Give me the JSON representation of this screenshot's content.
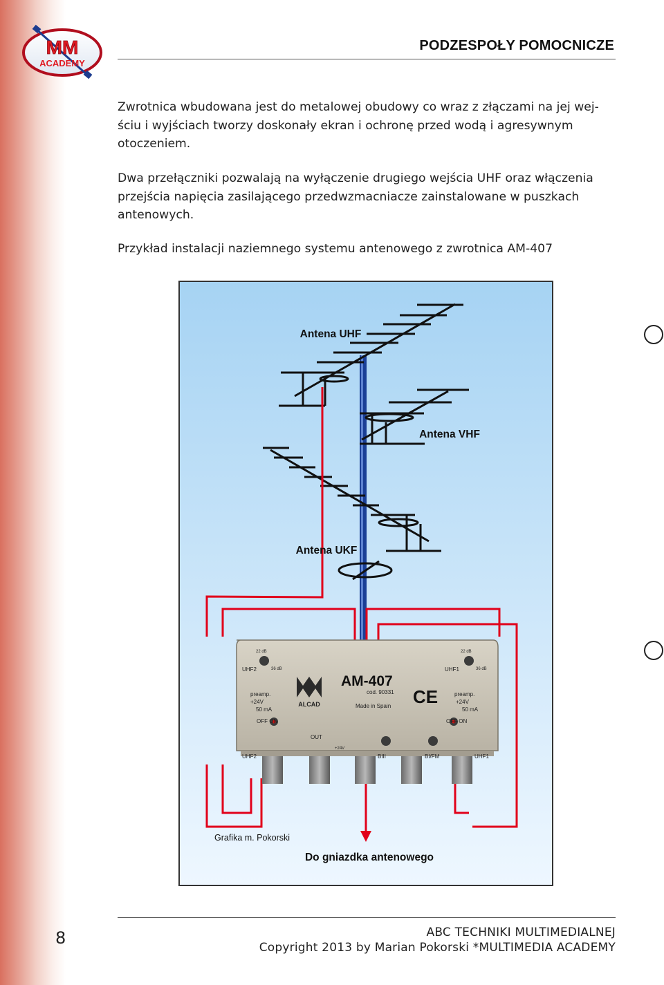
{
  "logo": {
    "line1": "MM",
    "line2": "ACADEMY",
    "icon": "mm-academy-logo"
  },
  "header": {
    "title": "PODZESPOŁY POMOCNICZE"
  },
  "paragraphs": [
    "Zwrotnica wbudowana jest do metalowej obudowy co wraz z złączami na jej wej-ściu i wyjściach tworzy doskonały ekran i ochronę przed wodą i agresywnym otoczeniem.",
    "Dwa przełączniki pozwalają na wyłączenie drugiego wejścia UHF oraz włączenia przejścia napięcia zasilającego przedwzmacniacze zainstalowane w puszkach antenowych.",
    "Przykład instalacji naziemnego systemu antenowego z zwrotnica AM-407"
  ],
  "figure": {
    "labels": {
      "uhf": "Antena UHF",
      "vhf": "Antena VHF",
      "ukf": "Antena UKF",
      "credit": "Grafika m. Pokorski",
      "output": "Do gniazdka antenowego"
    },
    "device": {
      "model": "AM-407",
      "code": "cod. 90331",
      "made": "Made in Spain",
      "brand": "ALCAD",
      "ce": "CE",
      "uhf2": "UHF2",
      "uhf1": "UHF1",
      "db_range": "22 dB",
      "db_low": "36 dB",
      "preamp": "preamp.",
      "voltage": "+24V",
      "current": "50 mA",
      "off_on": "OFF   ON",
      "out": "OUT",
      "out_v": "+24V",
      "port_uhf2": "UHF2",
      "port_biii": "BIII",
      "port_bifm": "BI/FM",
      "port_uhf1": "UHF1"
    },
    "colors": {
      "sky_top": "#a6d3f3",
      "sky_bottom": "#eef7ff",
      "cable": "#e1001a",
      "mast": "#1a3f96",
      "device": "#c7c2b5"
    }
  },
  "footer": {
    "page": "8",
    "line1": "ABC TECHNIKI MULTIMEDIALNEJ",
    "line2": "Copyright 2013 by Marian Pokorski *MULTIMEDIA ACADEMY"
  }
}
